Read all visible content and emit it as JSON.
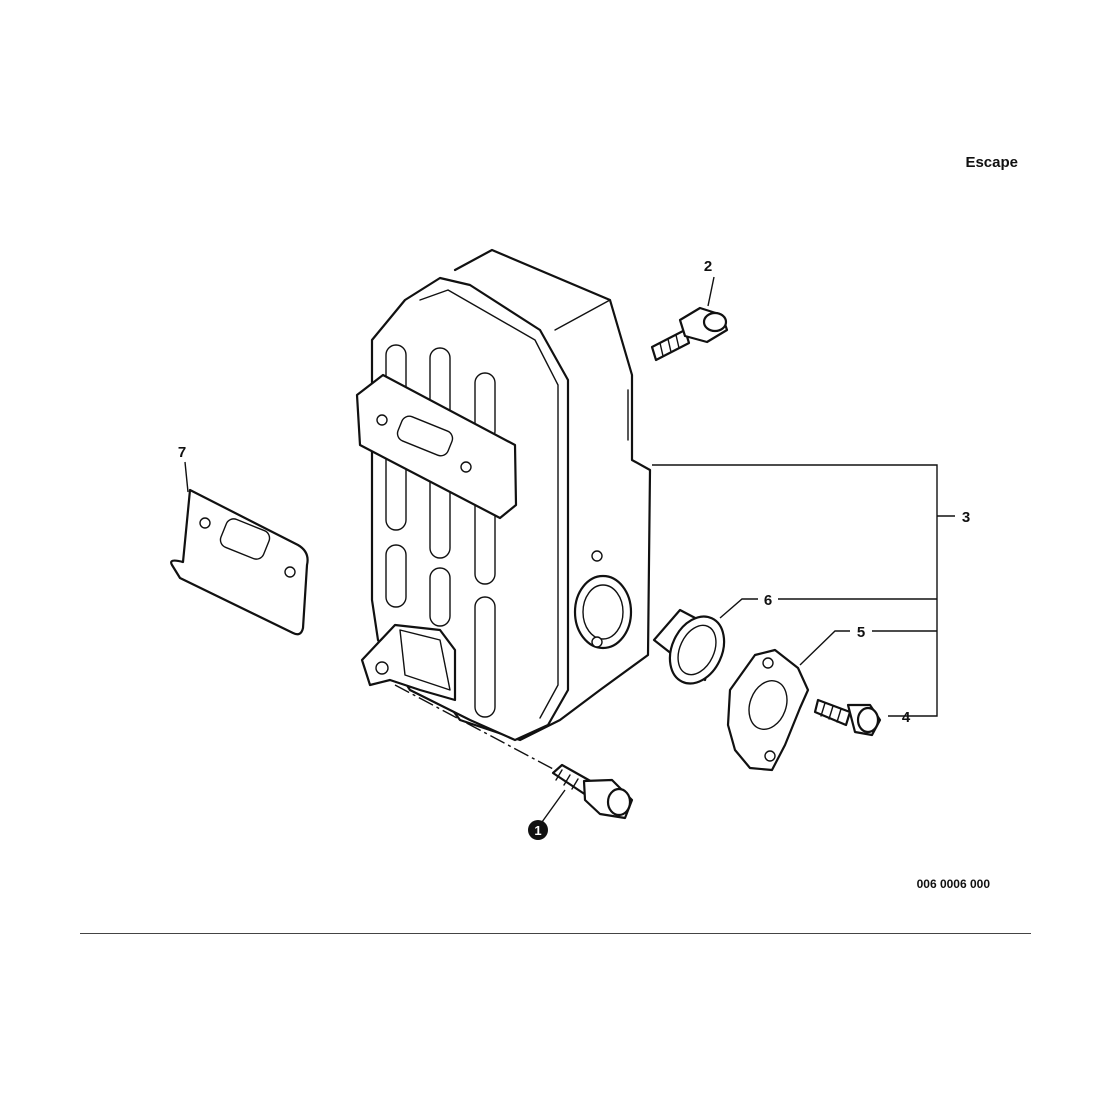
{
  "page": {
    "section_title": "Escape",
    "figure_code": "006 0006 000"
  },
  "callouts": {
    "c1": "1",
    "c2": "2",
    "c3": "3",
    "c4": "4",
    "c5": "5",
    "c6": "6",
    "c7": "7"
  },
  "colors": {
    "line": "#111111",
    "background": "#ffffff",
    "rule": "#444444"
  }
}
